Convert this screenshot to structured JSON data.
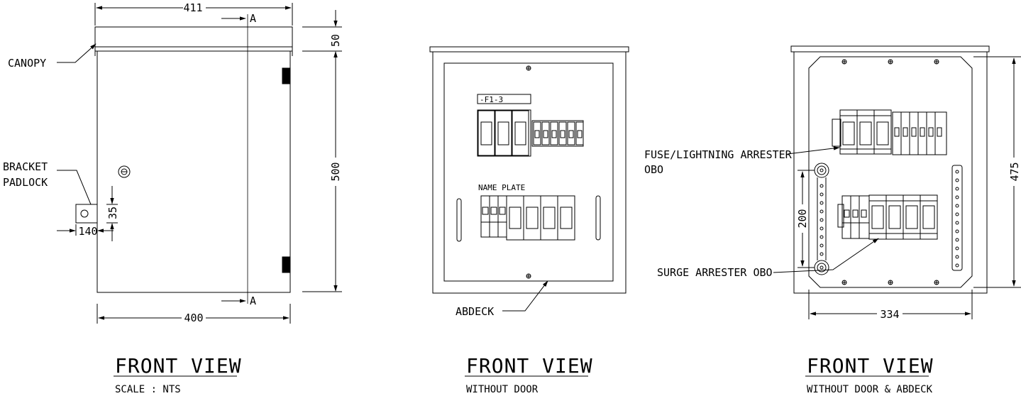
{
  "left_view": {
    "dim_top_width": "411",
    "section_marker": "A",
    "dim_canopy_height": "50",
    "dim_body_height": "500",
    "dim_bottom_width": "400",
    "dim_bracket_height": "35",
    "dim_bracket_offset": "140",
    "label_canopy": "CANOPY",
    "label_bracket": "BRACKET",
    "label_padlock": "PADLOCK",
    "title": "FRONT VIEW",
    "subtitle": "SCALE : NTS"
  },
  "middle_view": {
    "label_fuse_tag": "-F1-3",
    "label_name_plate": "NAME PLATE",
    "label_abdeck": "ABDECK",
    "title": "FRONT VIEW",
    "subtitle": "WITHOUT DOOR"
  },
  "right_view": {
    "label_fuse_arrester": "FUSE/LIGHTNING ARRESTER",
    "label_fuse_obo": "OBO",
    "label_surge": "SURGE ARRESTER OBO",
    "dim_rail_spacing": "200",
    "dim_height": "475",
    "dim_width": "334",
    "title": "FRONT VIEW",
    "subtitle": "WITHOUT DOOR & ABDECK"
  }
}
